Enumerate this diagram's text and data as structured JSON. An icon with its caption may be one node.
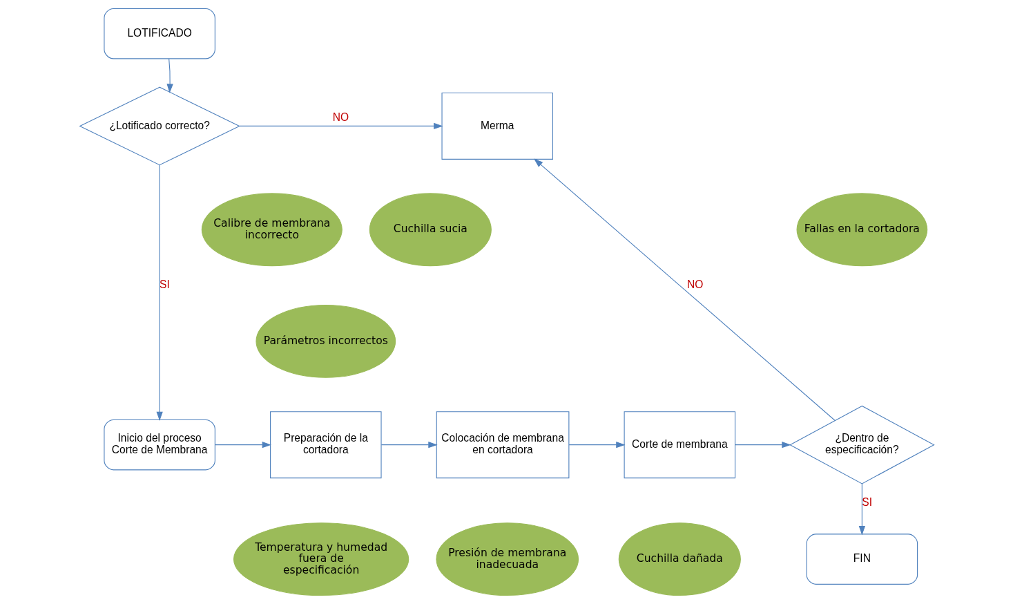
{
  "diagram": {
    "nodes": [
      {
        "text": [
          "LOTIFICADO"
        ]
      },
      {
        "text": [
          "¿Lotificado correcto?"
        ]
      },
      {
        "text": [
          "Merma"
        ]
      },
      {
        "text": [
          "Inicio del proceso Corte de Membrana"
        ]
      },
      {
        "text": [
          "Preparación de la cortadora"
        ]
      },
      {
        "text": [
          "Colocación de membrana en cortadora"
        ]
      },
      {
        "text": [
          "Corte de membrana"
        ]
      },
      {
        "text": [
          "¿Dentro de especificación?"
        ]
      },
      {
        "text": [
          "FIN"
        ]
      },
      {
        "text": [
          "Parámetros incorrectos"
        ]
      },
      {
        "text": [
          "Calibre de membrana incorrecto"
        ]
      },
      {
        "text": [
          "Cuchilla sucia"
        ]
      },
      {
        "text": [
          "Fallas en la cortadora"
        ]
      },
      {
        "text": [
          "Temperatura y humedad fuera de especificación"
        ]
      },
      {
        "text": [
          "Presión de membrana inadecuada"
        ]
      },
      {
        "text": [
          "Cuchilla dañada"
        ]
      }
    ],
    "edges": [
      {
        "from": 0,
        "to": 1,
        "arrow": "to"
      },
      {
        "from": 1,
        "to": 2,
        "arrow": "to",
        "label": "NO"
      },
      {
        "from": 1,
        "to": 3,
        "arrow": "to",
        "label": "SI"
      },
      {
        "from": 3,
        "to": 4,
        "arrow": "to"
      },
      {
        "from": 4,
        "to": 5,
        "arrow": "to"
      },
      {
        "from": 5,
        "to": 6,
        "arrow": "to"
      },
      {
        "from": 6,
        "to": 7,
        "arrow": "to"
      },
      {
        "from": 7,
        "to": 2,
        "arrow": "to",
        "label": "NO"
      },
      {
        "from": 7,
        "to": 8,
        "arrow": "to",
        "label": "SI"
      }
    ]
  }
}
